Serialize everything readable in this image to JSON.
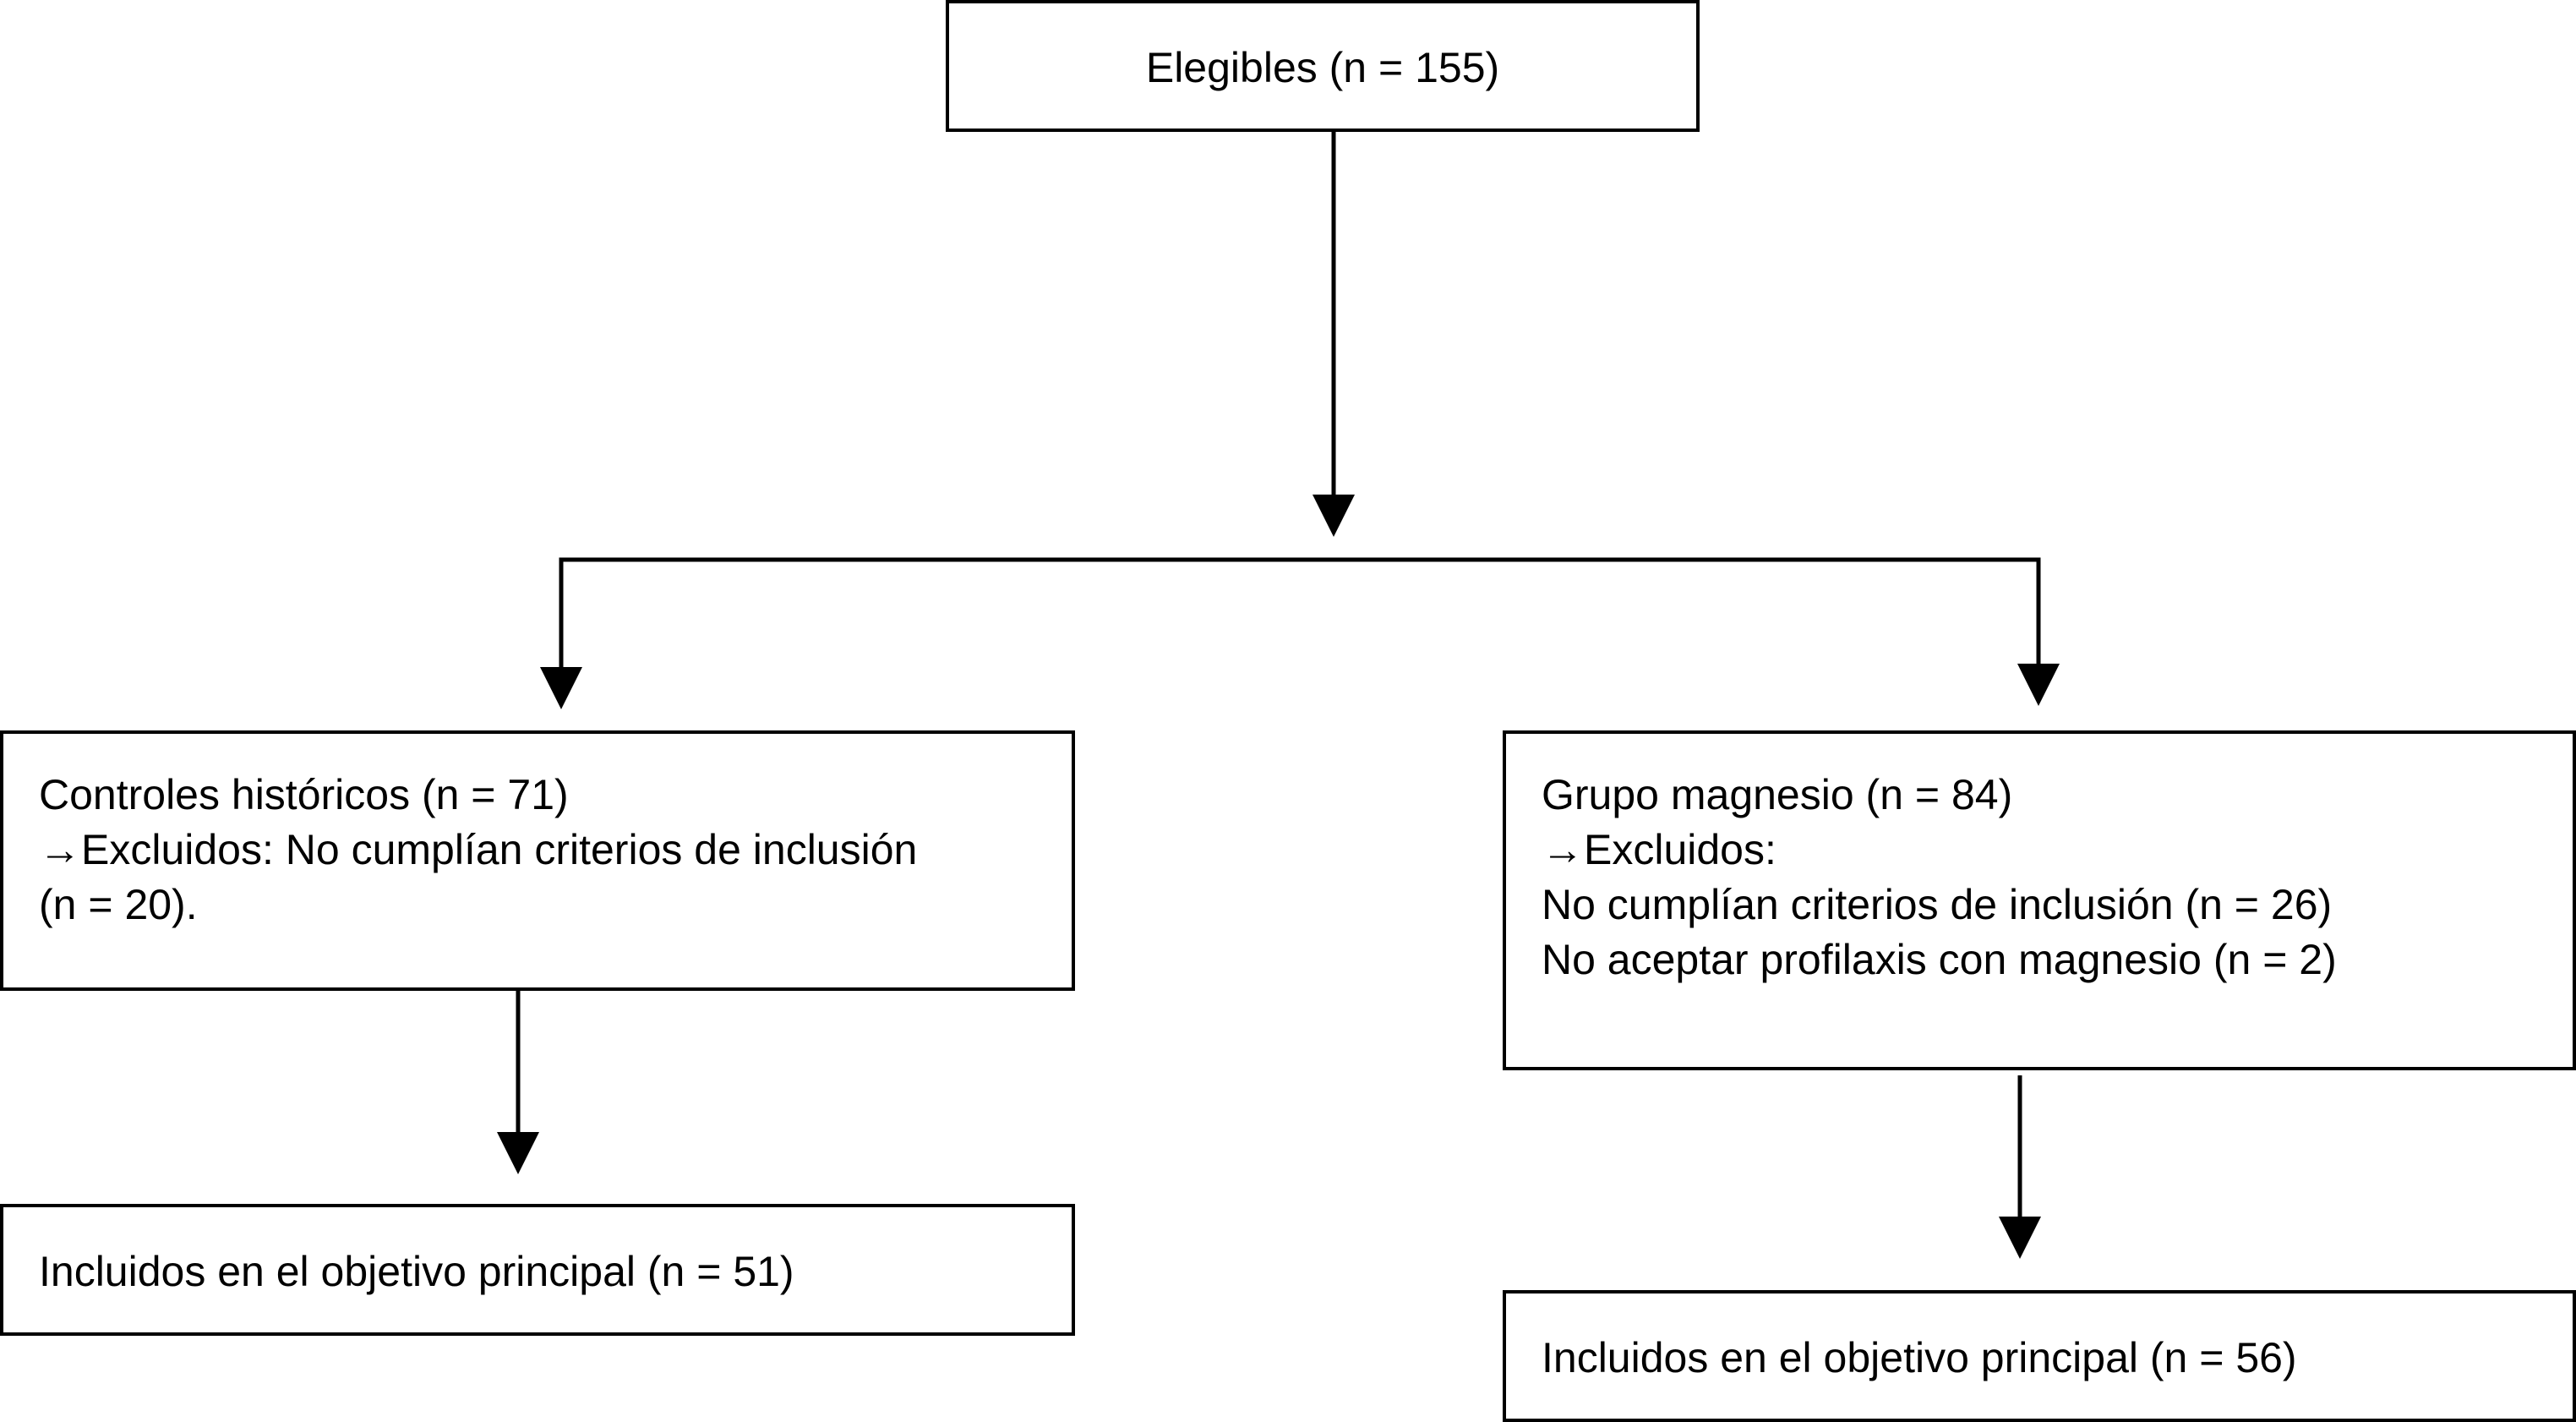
{
  "diagram": {
    "nodes": {
      "elegibles": {
        "lines": [
          "Elegibles (n = 155)"
        ]
      },
      "controles": {
        "lines": [
          "Controles históricos  (n = 71)",
          "→Excluidos: No cumplían criterios de inclusión",
          "(n = 20)."
        ]
      },
      "magnesio": {
        "lines": [
          "Grupo magnesio (n = 84)",
          "→Excluidos:",
          "No cumplían criterios de inclusión (n = 26)",
          "No aceptar profilaxis con magnesio (n = 2)"
        ]
      },
      "incluidos_controles": {
        "lines": [
          "Incluidos en el objetivo principal (n = 51)"
        ]
      },
      "incluidos_magnesio": {
        "lines": [
          "Incluidos en el objetivo principal (n = 56)"
        ]
      }
    },
    "edges": [
      {
        "from": "elegibles",
        "to": "split"
      },
      {
        "from": "split",
        "to": "controles"
      },
      {
        "from": "split",
        "to": "magnesio"
      },
      {
        "from": "controles",
        "to": "incluidos_controles"
      },
      {
        "from": "magnesio",
        "to": "incluidos_magnesio"
      }
    ],
    "colors": {
      "stroke": "#000000",
      "background": "#ffffff"
    }
  }
}
